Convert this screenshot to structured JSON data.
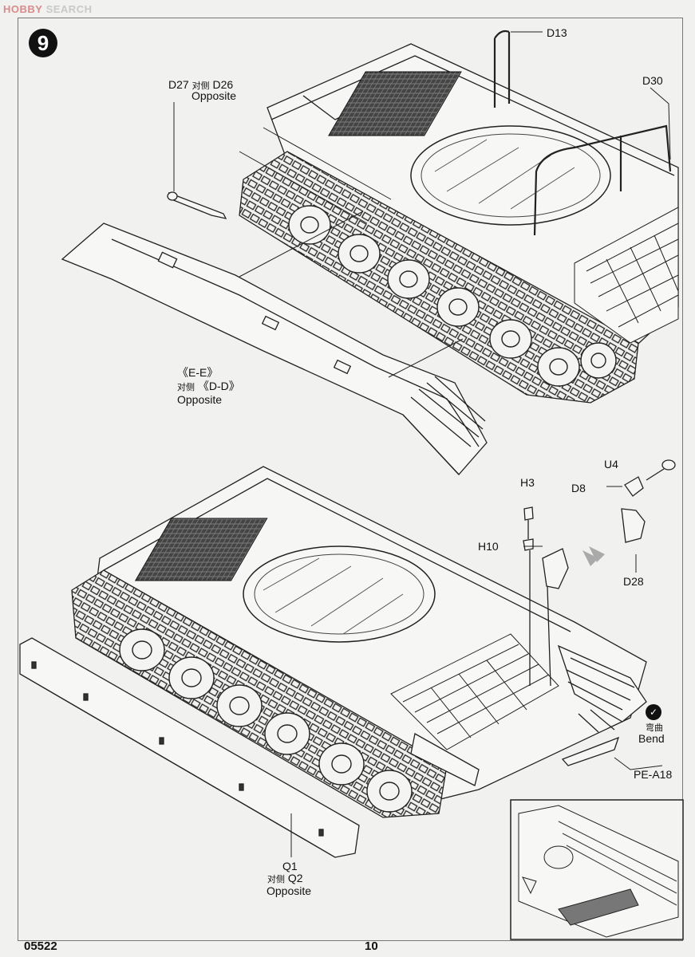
{
  "watermark": {
    "brand": "HOBBY",
    "suffix": "SEARCH"
  },
  "step_number": "9",
  "labels": {
    "d13": "D13",
    "d30": "D30",
    "d27": "D27",
    "opp_cn": "对侧",
    "d26": "D26",
    "opposite": "Opposite",
    "ee": "《E-E》",
    "dd": "《D-D》",
    "u4": "U4",
    "d8": "D8",
    "h3": "H3",
    "h10": "H10",
    "d28": "D28",
    "bend_cn": "弯曲",
    "bend": "Bend",
    "pe_a18": "PE-A18",
    "q1": "Q1",
    "q2": "Q2"
  },
  "footer": {
    "product_code": "05522",
    "page_number": "10"
  },
  "icons": [
    "step-badge",
    "check-icon",
    "assembly-arrow-icon"
  ]
}
